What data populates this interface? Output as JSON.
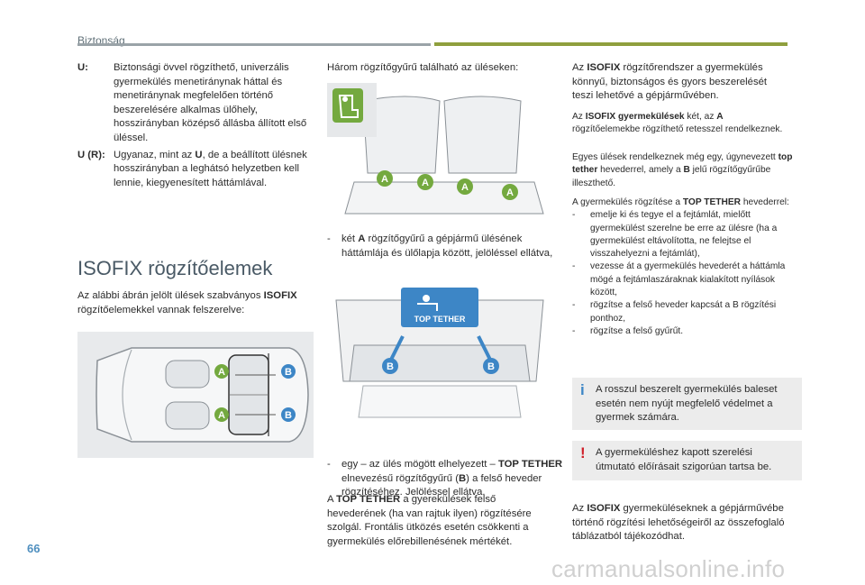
{
  "header": {
    "title": "Biztonság"
  },
  "page_number": "66",
  "watermark": "carmanualsonline.info",
  "definitions": [
    {
      "term": "U:",
      "text": "Biztonsági övvel rögzíthető, univerzális gyermekülés menetiránynak háttal és menetiránynak megfelelően történő beszerelésére alkalmas ülőhely, hosszirányban középső állásba állított első üléssel."
    },
    {
      "term": "U (R):",
      "text_pre": "Ugyanaz, mint az ",
      "text_bold": "U",
      "text_post": ", de a beállított ülésnek hosszirányban a leghátsó helyzetben kell lennie, kiegyenesített háttámlával."
    }
  ],
  "section": {
    "title": "ISOFIX rögzítőelemek",
    "intro_pre": "Az alábbi ábrán jelölt ülések szabványos ",
    "intro_bold": "ISOFIX",
    "intro_post": " rögzítőelemekkel vannak felszerelve:"
  },
  "diagram_labels": {
    "a": "A",
    "b": "B"
  },
  "tether_sign": "TOP TETHER",
  "col2": {
    "intro": "Három rögzítőgyűrű található az üléseken:",
    "bullet1_pre": "két ",
    "bullet1_bold": "A",
    "bullet1_post": " rögzítőgyűrű a gépjármű ülésének háttámlája és ülőlapja között, jelöléssel ellátva,",
    "bullet2_pre": "egy – az ülés mögött elhelyezett – ",
    "bullet2_bold": "TOP TETHER",
    "bullet2_mid": " elnevezésű rögzítőgyűrű (",
    "bullet2_bold2": "B",
    "bullet2_post": ") a felső heveder rögzítéséhez. Jelöléssel ellátva.",
    "tt_pre": "A ",
    "tt_bold": "TOP TETHER",
    "tt_post": " a gyerekülések felső hevederének (ha van rajtuk ilyen) rögzítésére szolgál. Frontális ütközés esetén csökkenti a gyermekülés előrebillenésének mértékét."
  },
  "col3": {
    "p1_pre": "Az ",
    "p1_bold": "ISOFIX",
    "p1_post": " rögzítőrendszer a gyermekülés könnyű, biztonságos és gyors beszerelését teszi lehetővé a gépjárművében.",
    "p2_pre": "Az ",
    "p2_bold": "ISOFIX gyermekülések",
    "p2_mid": " két, az ",
    "p2_bold2": "A",
    "p2_post": " rögzítőelemekbe rögzíthető retesszel rendelkeznek.",
    "p3_pre": "Egyes ülések rendelkeznek még egy, úgynevezett ",
    "p3_bold": "top tether",
    "p3_mid": " hevederrel, amely a ",
    "p3_bold2": "B",
    "p3_post": " jelű rögzítőgyűrűbe illeszthető.",
    "list_intro_pre": "A gyermekülés rögzítése a ",
    "list_intro_bold": "TOP TETHER",
    "list_intro_post": " hevederrel:",
    "steps": [
      "emelje ki és tegye el a fejtámlát, mielőtt gyermekülést szerelne be erre az ülésre (ha a gyermekülést eltávolította, ne felejtse el visszahelyezni a fejtámlát),",
      "vezesse át a gyermekülés hevederét a háttámla mögé a fejtámlaszáraknak kialakított nyílások között,",
      "rögzítse a felső heveder kapcsát a B rögzítési ponthoz,",
      "rögzítse a felső gyűrűt."
    ],
    "info_icon": "i",
    "info_note": "A rosszul beszerelt gyermekülés baleset esetén nem nyújt megfelelő védelmet a gyermek számára.",
    "warn_icon": "!",
    "warn_note": "A gyermeküléshez kapott szerelési útmutató előírásait szigorúan tartsa be.",
    "final_pre": "Az ",
    "final_bold": "ISOFIX",
    "final_post": " gyermeküléseknek a gépjárművébe történő rögzítési lehetőségeiről az összefoglaló táblázatból tájékozódhat."
  }
}
